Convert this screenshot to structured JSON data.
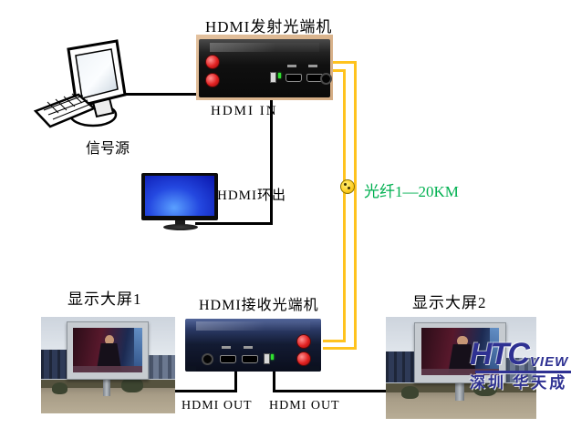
{
  "nodes": {
    "transmitter": {
      "title": "HDMI发射光端机"
    },
    "receiver": {
      "title": "HDMI接收光端机"
    },
    "signal_source": {
      "label": "信号源"
    },
    "screen_left": {
      "title": "显示大屏1"
    },
    "screen_right": {
      "title": "显示大屏2"
    }
  },
  "connections": {
    "hdmi_in": "HDMI IN",
    "hdmi_loop_out": "HDMI环出",
    "fiber_label": "光纤1—20KM",
    "hdmi_out_left": "HDMI OUT",
    "hdmi_out_right": "HDMI OUT"
  },
  "logo": {
    "main": "HTC",
    "suffix": "VIEW",
    "subtitle": "深圳 华天成"
  },
  "colors": {
    "fiber_line": "#FFC31E",
    "fiber_label_green": "#00B050",
    "logo_blue": "#2E3192",
    "connection_line": "#000000"
  }
}
